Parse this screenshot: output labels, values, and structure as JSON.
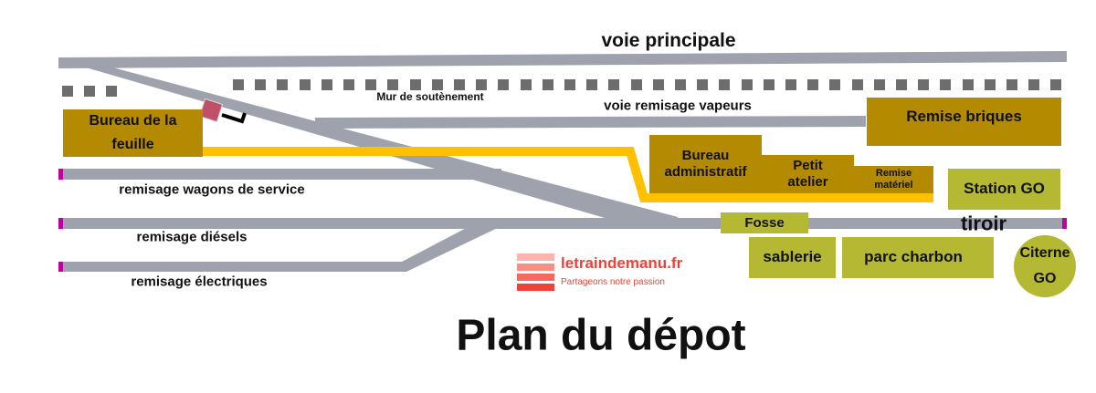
{
  "colors": {
    "track": "#9ea2ad",
    "wall": "#6d6d6d",
    "building_brown": "#b38a00",
    "building_green": "#b5b833",
    "path_yellow": "#ffc000",
    "track_end": "#c000a0",
    "signal": "#c0506a",
    "logo_red": "#ef4136"
  },
  "tracks": {
    "main": "voie principale",
    "wall": "Mur de soutènement",
    "steam": "voie remisage vapeurs",
    "wagons": "remisage wagons de service",
    "diesel": "remisage diésels",
    "electric": "remisage électriques",
    "headshunt": "tiroir"
  },
  "buildings": {
    "bureau_feuille": "Bureau de la feuille",
    "remise_briques": "Remise briques",
    "bureau_admin": "Bureau administratif",
    "petit_atelier": "Petit atelier",
    "remise_materiel": "Remise matériel",
    "station_go": "Station GO",
    "fosse": "Fosse",
    "sablerie": "sablerie",
    "parc_charbon": "parc charbon",
    "citerne_go": "Citerne GO"
  },
  "logo": {
    "name": "letraindemanu.fr",
    "tagline": "Partageons notre passion"
  },
  "title": "Plan du dépot"
}
